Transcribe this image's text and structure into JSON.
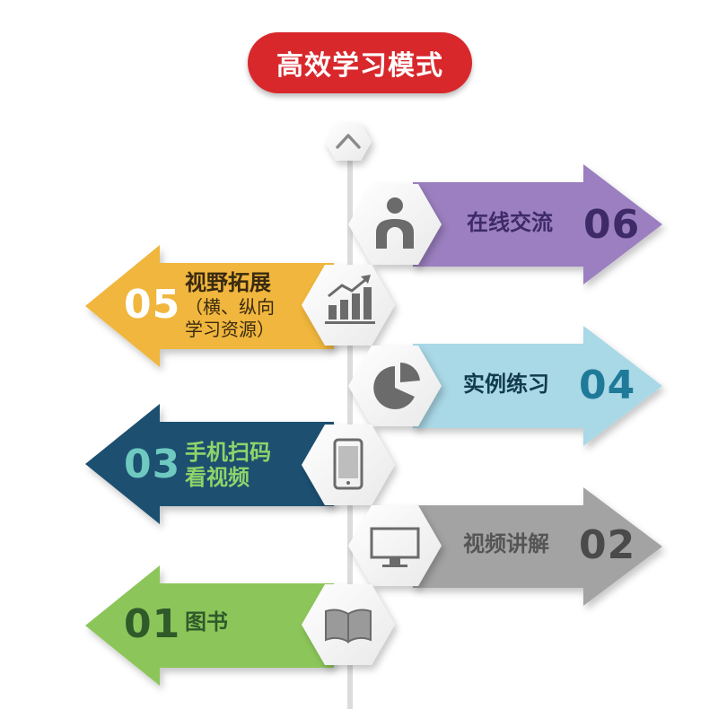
{
  "title": "高效学习模式",
  "colors": {
    "title_bg": "#d8282c",
    "purple": "#9b7fc0",
    "orange": "#f0b63e",
    "light_blue": "#a9d8e6",
    "navy": "#1b4f70",
    "gray": "#a3a3a3",
    "green": "#8cc65a"
  },
  "steps": [
    {
      "num": "01",
      "label": "图书",
      "icon": "open-book-icon"
    },
    {
      "num": "02",
      "label": "视频讲解",
      "icon": "monitor-icon"
    },
    {
      "num": "03",
      "label": "手机扫码",
      "label2": "看视频",
      "icon": "smartphone-icon"
    },
    {
      "num": "04",
      "label": "实例练习",
      "icon": "pie-chart-icon"
    },
    {
      "num": "05",
      "label": "视野拓展",
      "sub1": "（横、纵向",
      "sub2": "学习资源）",
      "icon": "bar-growth-chart-icon"
    },
    {
      "num": "06",
      "label": "在线交流",
      "icon": "person-icon"
    }
  ],
  "top_icon": "chevron-up-icon"
}
